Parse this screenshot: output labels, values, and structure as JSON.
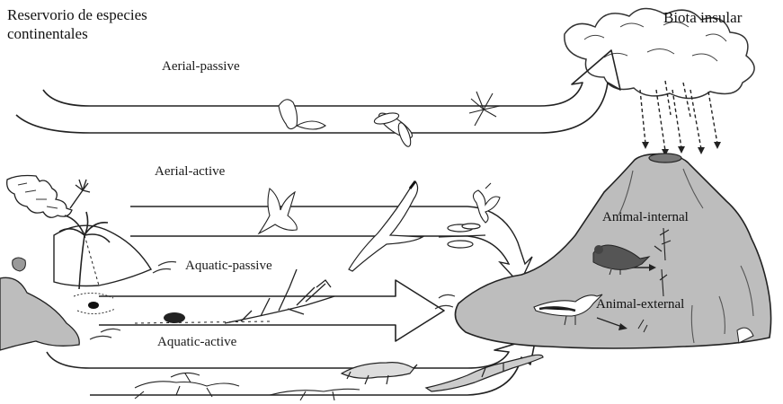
{
  "titles": {
    "source": "Reservorio de especies continentales",
    "destination": "Biota insular"
  },
  "routes": {
    "aerial_passive": "Aerial-passive",
    "aerial_active": "Aerial-active",
    "aquatic_passive": "Aquatic-passive",
    "aquatic_active": "Aquatic-active"
  },
  "island_labels": {
    "animal_internal": "Animal-internal",
    "animal_external": "Animal-external"
  },
  "colors": {
    "line": "#1a1a1a",
    "island_fill": "#bdbdbd",
    "background": "#ffffff"
  }
}
